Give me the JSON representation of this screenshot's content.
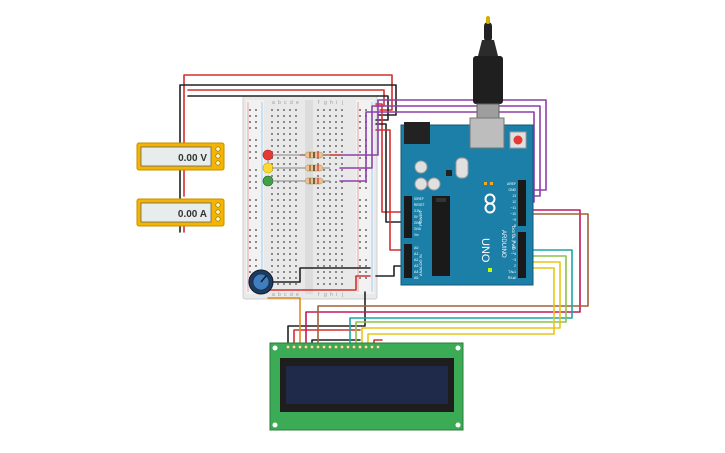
{
  "meters": {
    "voltmeter": {
      "reading": "0.00 V"
    },
    "ammeter": {
      "reading": "0.00 A"
    }
  },
  "arduino": {
    "brand": "ARDUINO",
    "model": "UNO",
    "power_label": "POWER",
    "analog_label": "ANALOG IN",
    "digital_label": "DIGITAL (PWM ~)",
    "power_pins": [
      "IOREF",
      "RESET",
      "3.3V",
      "5V",
      "GND",
      "GND",
      "Vin"
    ],
    "analog_pins": [
      "A0",
      "A1",
      "A2",
      "A3",
      "A4",
      "A5"
    ],
    "top_pins": [
      "AREF",
      "GND",
      "13",
      "12",
      "~11",
      "~10",
      "~9",
      "8"
    ],
    "bottom_pins": [
      "7",
      "~6",
      "~5",
      "4",
      "~3",
      "2",
      "TX▸1",
      "RX◂0"
    ]
  },
  "breadboard": {
    "columns_left": [
      "a",
      "b",
      "c",
      "d",
      "e"
    ],
    "columns_right": [
      "f",
      "g",
      "h",
      "i",
      "j"
    ]
  },
  "colors": {
    "red_wire": "#d32f2f",
    "black_wire": "#222222",
    "purple_wire": "#8e3fa8",
    "orange_wire": "#e08a1e",
    "brown_wire": "#a0603a",
    "teal_wire": "#1aa6a6",
    "lime_wire": "#8bc34a",
    "yellow_wire": "#e6c619",
    "magenta_wire": "#c2185b",
    "board_teal": "#1b7fa8",
    "lcd_green": "#3cab55",
    "lcd_screen": "#1f2a4a",
    "meter_body": "#f4b400"
  }
}
